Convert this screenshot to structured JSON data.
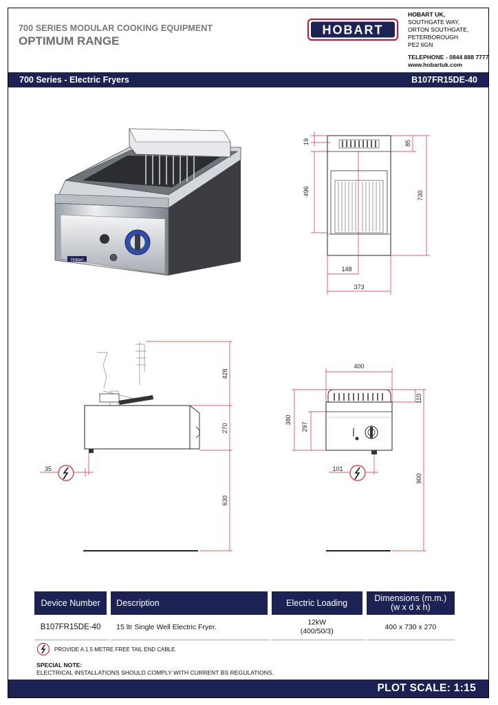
{
  "header": {
    "series_title": "700 SERIES MODULAR COOKING EQUIPMENT",
    "range_title": "OPTIMUM RANGE",
    "brand": "HOBART",
    "address_lines": [
      "HOBART UK,",
      "SOUTHGATE WAY,",
      "ORTON SOUTHGATE,",
      "PETERBOROUGH",
      "PE2 6GN"
    ],
    "telephone": "TELEPHONE - 0844 888 7777",
    "website": "www.hobartuk.com"
  },
  "title_bar": {
    "category": "700 Series - Electric Fryers",
    "model": "B107FR15DE-40"
  },
  "product_badge": "Hobart",
  "dimensions": {
    "plan_top_depth": "19",
    "plan_top_right": "85",
    "plan_well_depth": "496",
    "plan_overall_depth": "730",
    "plan_half_width": "148",
    "plan_width": "373",
    "side_basket_height": "428",
    "side_body_height": "270",
    "side_leg_height": "630",
    "side_offset": "35",
    "front_width": "400",
    "front_splash": "110",
    "front_body": "380",
    "front_panel": "297",
    "front_cable_offset": "101",
    "front_total_height": "900"
  },
  "table": {
    "headers": [
      "Device Number",
      "Description",
      "Electric Loading",
      "Dimensions (m.m.)",
      "(w x d x h)"
    ],
    "row": {
      "device": "B107FR15DE-40",
      "description": "15 ltr Single Well Electric Fryer.",
      "loading_line1": "12kW",
      "loading_line2": "(400/50/3)",
      "dimensions": "400 x 730 x 270"
    }
  },
  "cable_note": "PROVIDE A 1.5 METRE FREE TAIL END CABLE.",
  "special_note_heading": "SPECIAL NOTE:",
  "special_note_text": "ELECTRICAL INSTALLATIONS SHOULD COMPLY WITH CURRENT BS REGULATIONS.",
  "plot_scale": "PLOT SCALE:  1:15",
  "colors": {
    "navy": "#1c2254",
    "logo_red": "#c8102e",
    "dimension_red": "#d9272e",
    "knob_blue": "#2e4fae"
  }
}
